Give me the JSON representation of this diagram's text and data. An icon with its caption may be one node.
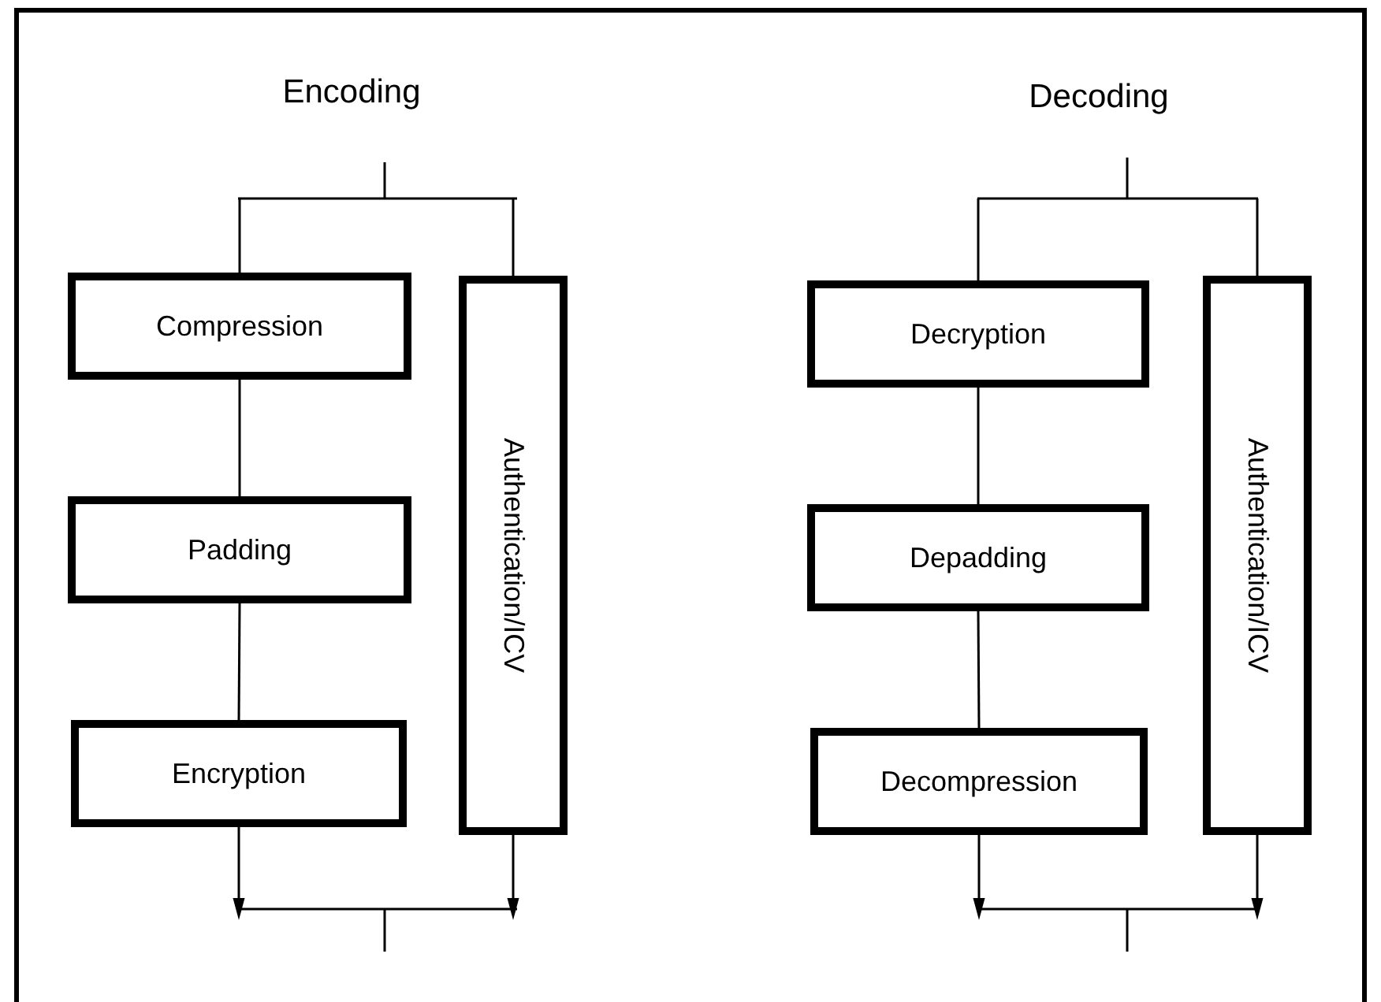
{
  "diagram": {
    "nodes": [
      {
        "text": [
          "Compression"
        ]
      },
      {
        "text": [
          "Padding"
        ]
      },
      {
        "text": [
          "Encryption"
        ]
      },
      {
        "text": [
          "Authentication/ICV"
        ]
      },
      {
        "text": [
          "Decryption"
        ]
      },
      {
        "text": [
          "Depadding"
        ]
      },
      {
        "text": [
          "Decompression"
        ]
      },
      {
        "text": [
          "Authentication/ICV"
        ]
      }
    ],
    "edges": [
      {
        "from": null,
        "to": 0,
        "arrow": "none"
      },
      {
        "from": null,
        "to": 3,
        "arrow": "none"
      },
      {
        "from": 0,
        "to": 1,
        "arrow": "none"
      },
      {
        "from": 1,
        "to": 2,
        "arrow": "none"
      },
      {
        "from": 2,
        "to": null,
        "arrow": "to"
      },
      {
        "from": 3,
        "to": null,
        "arrow": "to"
      },
      {
        "from": null,
        "to": 4,
        "arrow": "none"
      },
      {
        "from": null,
        "to": 7,
        "arrow": "none"
      },
      {
        "from": 4,
        "to": 5,
        "arrow": "none"
      },
      {
        "from": 5,
        "to": 6,
        "arrow": "none"
      },
      {
        "from": 6,
        "to": null,
        "arrow": "to"
      },
      {
        "from": 7,
        "to": null,
        "arrow": "to"
      }
    ],
    "labels": [
      "Encoding",
      "Decoding"
    ]
  }
}
